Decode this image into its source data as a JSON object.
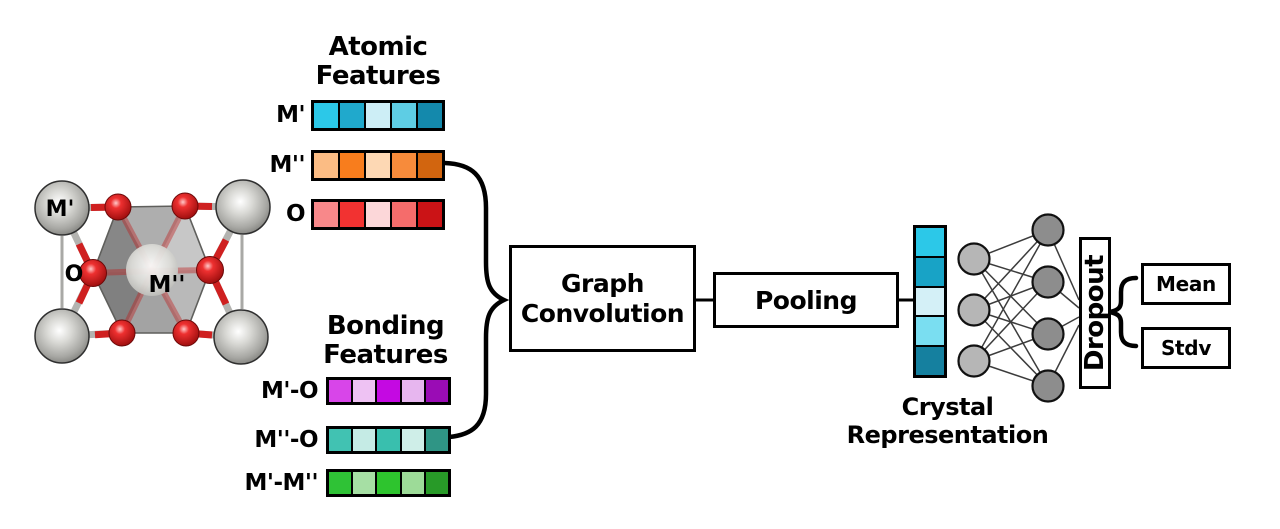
{
  "atomic_features": {
    "title": [
      "Atomic",
      "Features"
    ],
    "rows": [
      {
        "label": "M'",
        "colors": [
          "#2cc8e8",
          "#20a9cc",
          "#cdeef6",
          "#5ecde4",
          "#1489ac"
        ]
      },
      {
        "label": "M''",
        "colors": [
          "#fbbc84",
          "#f87d1d",
          "#fdd8b4",
          "#f78b3b",
          "#d2650f"
        ]
      },
      {
        "label": "O",
        "colors": [
          "#f8888a",
          "#f23231",
          "#fcd7d9",
          "#f56c6b",
          "#cb1316"
        ]
      }
    ]
  },
  "bonding_features": {
    "title": [
      "Bonding",
      "Features"
    ],
    "rows": [
      {
        "label": "M'-O",
        "colors": [
          "#d845e9",
          "#eec2f3",
          "#c409e2",
          "#e7b6ef",
          "#9a0cb5"
        ]
      },
      {
        "label": "M''-O",
        "colors": [
          "#41c2b2",
          "#c5ebe5",
          "#39bfae",
          "#cfeee8",
          "#2f9585"
        ]
      },
      {
        "label": "M'-M''",
        "colors": [
          "#2fc236",
          "#a6dfa4",
          "#2ec42e",
          "#9ddb98",
          "#289a28"
        ]
      }
    ]
  },
  "pipeline": {
    "graph_convolution": [
      "Graph",
      "Convolution"
    ],
    "pooling": "Pooling",
    "dropout": "Dropout",
    "outputs": [
      {
        "label": "Mean"
      },
      {
        "label": "Stdv"
      }
    ]
  },
  "crystal_representation": {
    "label": [
      "Crystal",
      "Representation"
    ],
    "colors": [
      "#2cc8e8",
      "#18a3c6",
      "#d4f0f7",
      "#7adef1",
      "#15809f"
    ]
  },
  "crystal_structure": {
    "labels": {
      "corner_atom": "M'",
      "oxygen": "O",
      "center_atom": "M''"
    }
  },
  "network": {
    "input_nodes": 3,
    "hidden_nodes": 4,
    "input_fill": "#b6b6b6",
    "hidden_fill": "#8d8d8d"
  }
}
